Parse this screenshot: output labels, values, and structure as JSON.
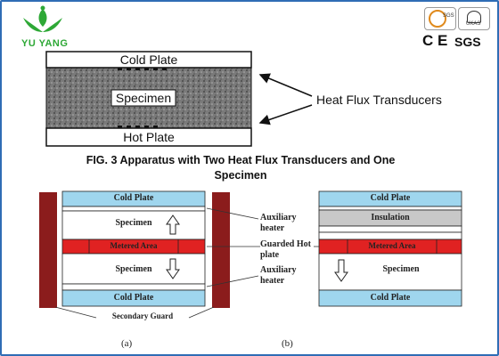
{
  "logo": {
    "brand_text": "YU YANG",
    "brand_color": "#2ea836"
  },
  "certifications": {
    "badge_texts": [
      "SGS",
      "UKAS"
    ],
    "ce_text": "C E",
    "sgs_text": "SGS"
  },
  "fig3": {
    "cold_plate": "Cold Plate",
    "specimen": "Specimen",
    "hot_plate": "Hot Plate",
    "transducers_label": "Heat Flux Transducers",
    "caption": "FIG. 3 Apparatus with Two Heat Flux Transducers and One Specimen"
  },
  "diagram_a": {
    "cold_plate_top": "Cold Plate",
    "specimen_top": "Specimen",
    "metered_area": "Metered Area",
    "specimen_bottom": "Specimen",
    "cold_plate_bottom": "Cold Plate",
    "secondary_guard": "Secondary Guard",
    "panel_label": "(a)"
  },
  "center_labels": {
    "auxiliary_heater_1": "Auxiliary heater",
    "guarded_hot_plate": "Guarded Hot plate",
    "auxiliary_heater_2": "Auxiliary heater"
  },
  "diagram_b": {
    "cold_plate_top": "Cold Plate",
    "insulation": "Insulation",
    "metered_area": "Metered Area",
    "specimen": "Specimen",
    "cold_plate_bottom": "Cold Plate",
    "panel_label": "(b)"
  },
  "colors": {
    "cold_plate_fill": "#9fd6ee",
    "metered_area_fill": "#e02222",
    "guard_fill": "#8b1c1c",
    "insulation_fill": "#c8c8c8",
    "frame_border": "#2f6db5"
  }
}
